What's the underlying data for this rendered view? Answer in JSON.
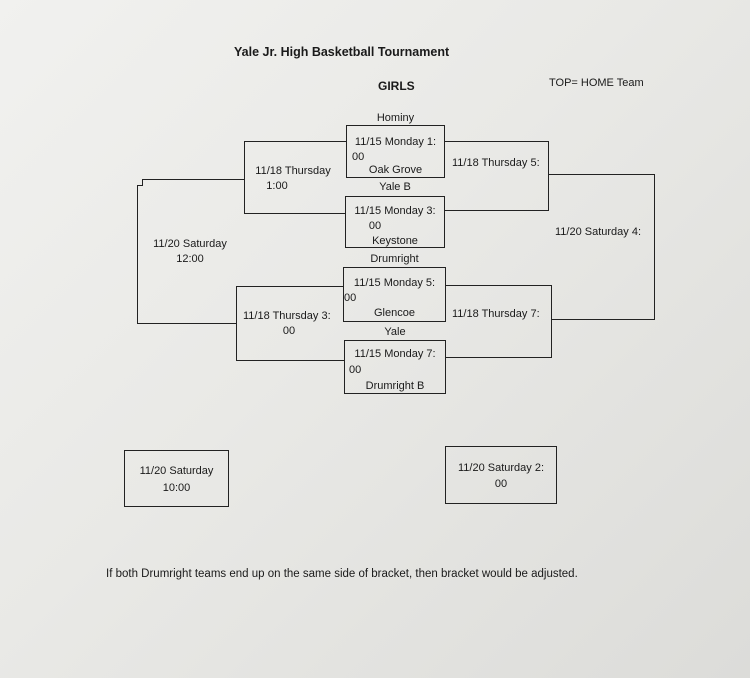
{
  "title": "Yale Jr. High Basketball Tournament",
  "division": "GIRLS",
  "home_note": "TOP= HOME Team",
  "round1": [
    {
      "top_team": "Hominy",
      "game": "11/15 Monday 1:",
      "time": "00",
      "bottom_team": "Oak Grove"
    },
    {
      "top_team": "Yale B",
      "game": "11/15 Monday 3:",
      "time": "00",
      "bottom_team": "Keystone"
    },
    {
      "top_team": "Drumright",
      "game": "11/15 Monday 5:",
      "time": "00",
      "bottom_team": "Glencoe"
    },
    {
      "top_team": "Yale",
      "game": "11/15 Monday 7:",
      "time": "00",
      "bottom_team": "Drumright B"
    }
  ],
  "left_semis": [
    {
      "game": "11/18 Thursday",
      "time": "1:00"
    },
    {
      "game": "11/18 Thursday 3:",
      "time": "00"
    }
  ],
  "left_final": {
    "game": "11/20 Saturday",
    "time": "12:00"
  },
  "right_semis": [
    {
      "game": "11/18 Thursday 5:"
    },
    {
      "game": "11/18 Thursday 7:"
    }
  ],
  "right_final": {
    "game": "11/20 Saturday 4:"
  },
  "consolation_left": {
    "game": "11/20 Saturday",
    "time": "10:00"
  },
  "consolation_right": {
    "game": "11/20 Saturday 2:",
    "time": "00"
  },
  "footer_note": "If both Drumright teams end up on the same side of bracket, then bracket would be adjusted."
}
